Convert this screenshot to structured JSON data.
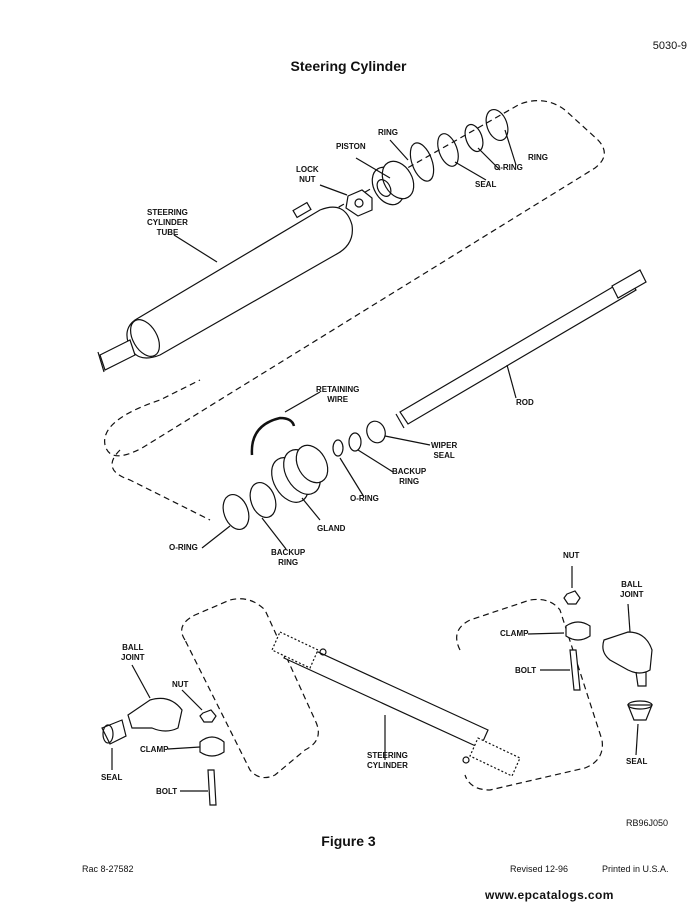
{
  "header": {
    "page_number": "5030-9",
    "title": "Steering Cylinder"
  },
  "parts": {
    "ring_top": "RING",
    "piston": "PISTON",
    "lock_nut": "LOCK\nNUT",
    "ring_right": "RING",
    "o_ring_top": "O-RING",
    "seal_top": "SEAL",
    "cylinder_tube": "STEERING\nCYLINDER\nTUBE",
    "rod": "ROD",
    "retaining_wire": "RETAINING\nWIRE",
    "wiper_seal": "WIPER\nSEAL",
    "backup_ring_mid": "BACKUP\nRING",
    "o_ring_mid": "O-RING",
    "gland": "GLAND",
    "o_ring_left": "O-RING",
    "backup_ring_left": "BACKUP\nRING",
    "nut_right": "NUT",
    "ball_joint_right": "BALL\nJOINT",
    "clamp_right": "CLAMP",
    "bolt_right": "BOLT",
    "seal_right": "SEAL",
    "ball_joint_left": "BALL\nJOINT",
    "nut_left": "NUT",
    "clamp_left": "CLAMP",
    "seal_left": "SEAL",
    "bolt_left": "BOLT",
    "steering_cylinder": "STEERING\nCYLINDER"
  },
  "drawing_code": "RB96J050",
  "figure_caption": "Figure 3",
  "footer": {
    "left": "Rac 8-27582",
    "revised": "Revised 12-96",
    "printed": "Printed in U.S.A."
  },
  "watermark": "www.epcatalogs.com"
}
